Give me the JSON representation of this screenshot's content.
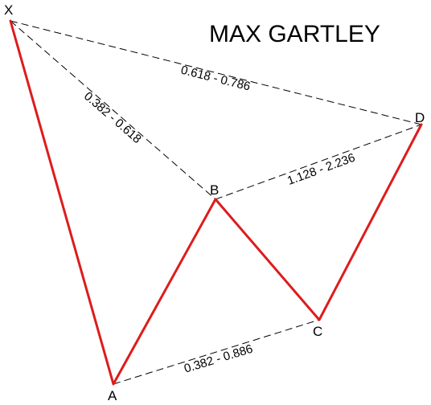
{
  "title": "MAX GARTLEY",
  "colors": {
    "leg": "#dd1c1c",
    "guide": "#000000",
    "background": "#ffffff"
  },
  "points": {
    "X": "X",
    "A": "A",
    "B": "B",
    "C": "C",
    "D": "D"
  },
  "ratios": {
    "xb": "0.382 - 0.618",
    "xd": "0.618 - 0.786",
    "bd": "1.128 - 2.236",
    "ac": "0.382 - 0.886"
  }
}
